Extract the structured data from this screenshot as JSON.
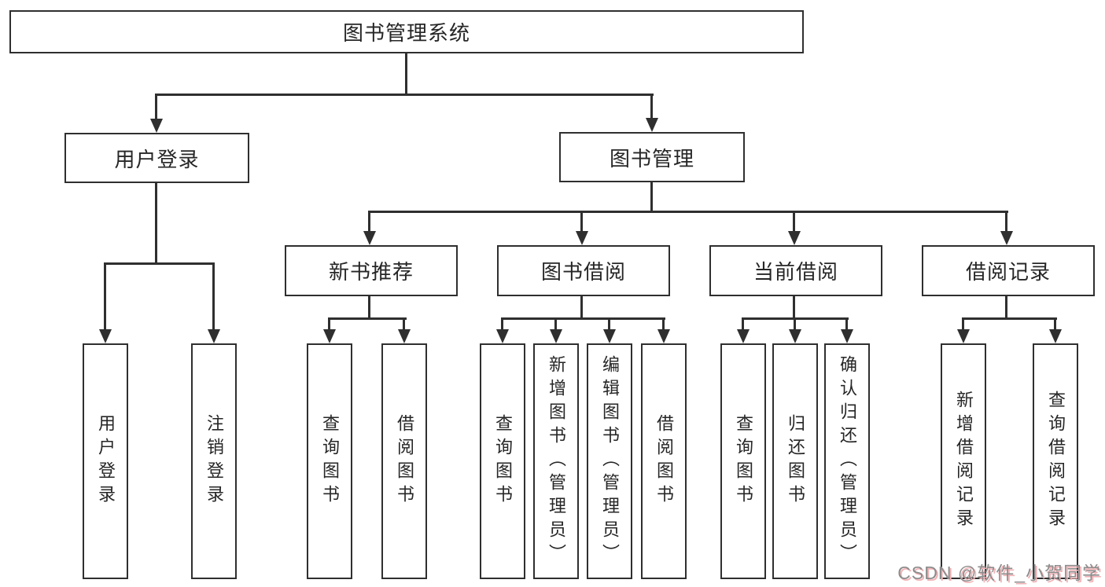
{
  "page": {
    "background": "#ffffff"
  },
  "colors": {
    "line": "#2f2f2f",
    "box_border": "#2f2f2f",
    "text": "#262626",
    "box_background": "#ffffff",
    "watermark_gray": "#8c8c8c",
    "watermark_pink": "#f2b1b5"
  },
  "watermark": {
    "text": "CSDN @软件_小贺同学"
  },
  "tree": {
    "root": {
      "label": "图书管理系统"
    },
    "branches": [
      {
        "label": "用户登录",
        "children": [
          {
            "label": "用户登录"
          },
          {
            "label": "注销登录"
          }
        ]
      },
      {
        "label": "图书管理",
        "groups": [
          {
            "label": "新书推荐",
            "children": [
              {
                "label": "查询图书"
              },
              {
                "label": "借阅图书"
              }
            ]
          },
          {
            "label": "图书借阅",
            "children": [
              {
                "label": "查询图书"
              },
              {
                "label": "新增图书（管理员）"
              },
              {
                "label": "编辑图书（管理员）"
              },
              {
                "label": "借阅图书"
              }
            ]
          },
          {
            "label": "当前借阅",
            "children": [
              {
                "label": "查询图书"
              },
              {
                "label": "归还图书"
              },
              {
                "label": "确认归还（管理员）"
              }
            ]
          },
          {
            "label": "借阅记录",
            "children": [
              {
                "label": "新增借阅记录"
              },
              {
                "label": "查询借阅记录"
              }
            ]
          }
        ]
      }
    ]
  }
}
